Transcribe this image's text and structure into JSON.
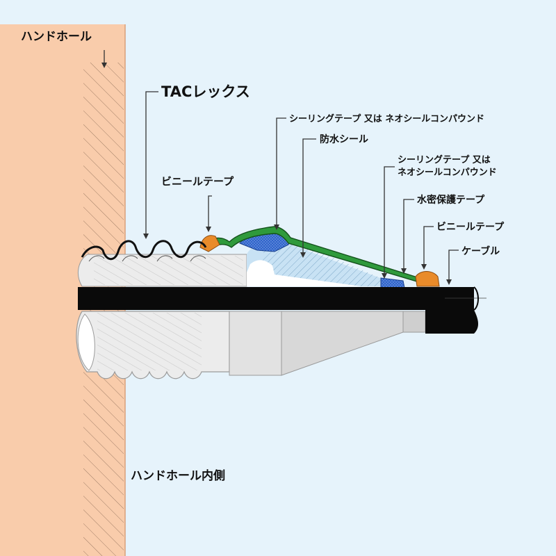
{
  "labels": {
    "handhole": "ハンドホール",
    "tac_rex": "TACレックス",
    "sealing_tape_or_compound_top": "シーリングテープ 又は ネオシールコンパウンド",
    "waterproof_seal": "防水シール",
    "sealing_tape_or_compound_line1": "シーリングテープ 又は",
    "sealing_tape_or_compound_line2": "ネオシールコンパウンド",
    "vinyl_tape_left": "ビニールテープ",
    "watertight_protection_tape": "水密保護テープ",
    "vinyl_tape_right": "ビニールテープ",
    "cable": "ケーブル",
    "handhole_inside": "ハンドホール内側"
  },
  "colors": {
    "background": "#e6f3fb",
    "wall": "#f9ccab",
    "wall_edge": "#d9a07a",
    "hatch": "#8a6a55",
    "cable": "#0a0a0a",
    "conduit_fill": "#e4e4e4",
    "conduit_shadow": "#c8c8c8",
    "waterproof_seal": "#c8e2f4",
    "waterproof_seal_hatch": "#7ea8c8",
    "sealing_compound": "#2a5fc8",
    "vinyl_tape": "#e98b2a",
    "green_tape": "#2f9a3c"
  }
}
